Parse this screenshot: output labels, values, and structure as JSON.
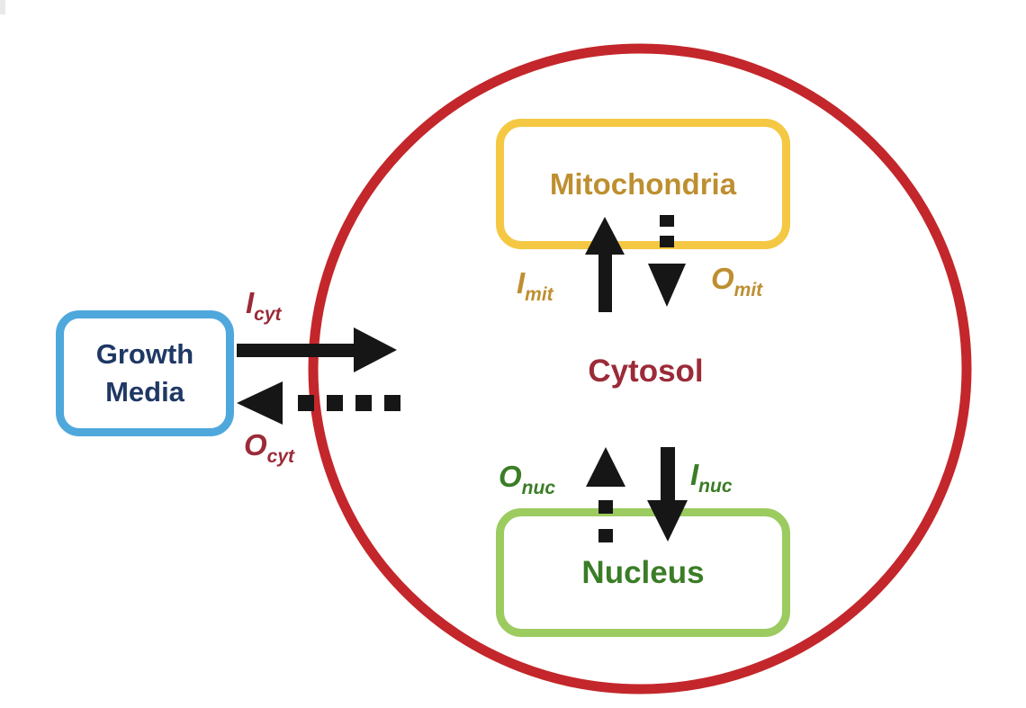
{
  "diagram": {
    "type": "cell-compartment-flow-diagram",
    "background_color": "#ffffff",
    "arrow_color": "#161616"
  },
  "compartments": {
    "growth_media": {
      "label": "Growth Media",
      "label_line1": "Growth",
      "label_line2": "Media",
      "border_color": "#4FA8DC",
      "text_color": "#1F3864",
      "shape": "rounded-rectangle"
    },
    "cytosol": {
      "label": "Cytosol",
      "boundary_color": "#C3272B",
      "text_color": "#9B2B38",
      "shape": "circle"
    },
    "mitochondria": {
      "label": "Mitochondria",
      "border_color": "#F4C842",
      "text_color": "#BE8F30",
      "shape": "rounded-rectangle"
    },
    "nucleus": {
      "label": "Nucleus",
      "border_color": "#9CCB60",
      "text_color": "#3A7D26",
      "shape": "rounded-rectangle"
    }
  },
  "flows": {
    "cytosol_input": {
      "symbol": "I",
      "subscript": "cyt",
      "line_style": "solid",
      "direction": "growth media into cytosol",
      "label_color": "#9B2B38"
    },
    "cytosol_output": {
      "symbol": "O",
      "subscript": "cyt",
      "line_style": "dashed",
      "direction": "cytosol out to growth media",
      "label_color": "#9B2B38"
    },
    "mitochondria_input": {
      "symbol": "I",
      "subscript": "mit",
      "line_style": "solid",
      "direction": "cytosol into mitochondria",
      "label_color": "#BE8F30"
    },
    "mitochondria_output": {
      "symbol": "O",
      "subscript": "mit",
      "line_style": "dashed",
      "direction": "mitochondria out to cytosol",
      "label_color": "#BE8F30"
    },
    "nucleus_input": {
      "symbol": "I",
      "subscript": "nuc",
      "line_style": "solid",
      "direction": "cytosol into nucleus",
      "label_color": "#3A7D26"
    },
    "nucleus_output": {
      "symbol": "O",
      "subscript": "nuc",
      "line_style": "dashed",
      "direction": "nucleus out to cytosol",
      "label_color": "#3A7D26"
    }
  }
}
